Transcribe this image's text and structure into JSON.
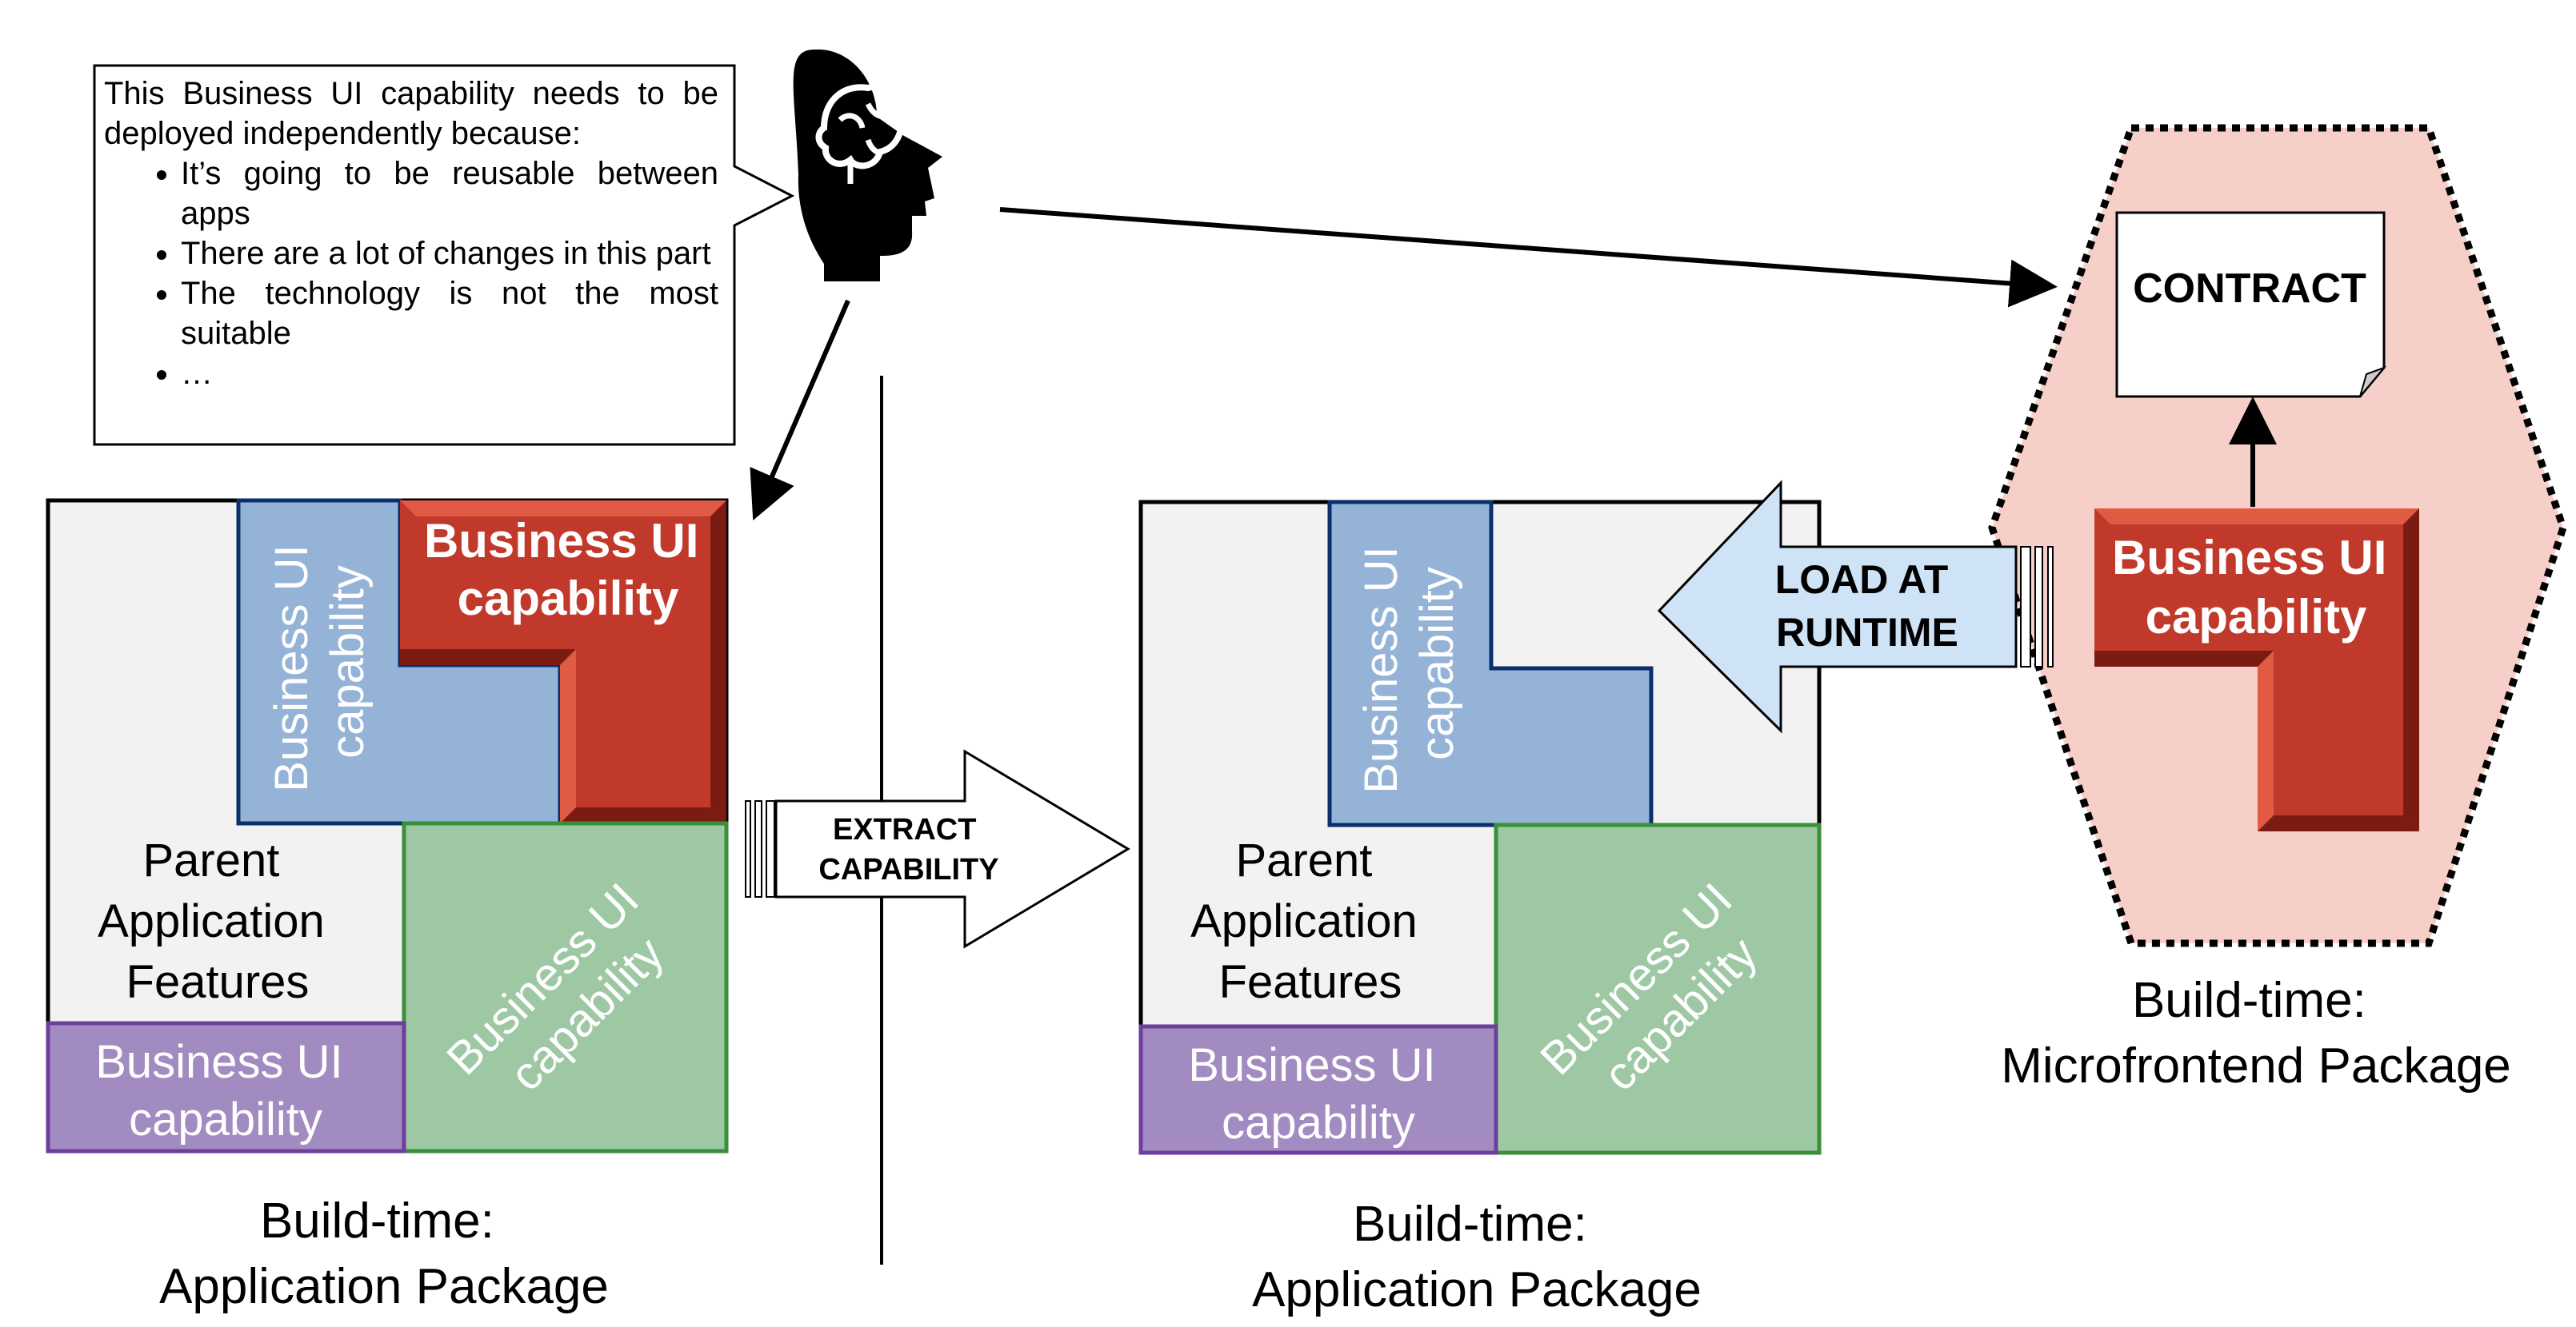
{
  "callout": {
    "intro": "This Business UI capability needs to be deployed independently because:",
    "bullets": [
      "It’s going to be reusable between apps",
      "There are a lot of changes in this part",
      "The technology is not the most suitable",
      "…"
    ]
  },
  "left_package": {
    "blue_label": [
      "Business UI",
      "capability"
    ],
    "red_label": [
      "Business UI",
      "capability"
    ],
    "green_label": [
      "Business UI",
      "capability"
    ],
    "purple_label": [
      "Business UI",
      "capability"
    ],
    "parent_label": [
      "Parent",
      "Application",
      "Features"
    ],
    "caption": [
      "Build-time:",
      "Application Package"
    ]
  },
  "extract_arrow": {
    "label": [
      "EXTRACT",
      "CAPABILITY"
    ]
  },
  "middle_package": {
    "blue_label": [
      "Business UI",
      "capability"
    ],
    "green_label": [
      "Business UI",
      "capability"
    ],
    "purple_label": [
      "Business UI",
      "capability"
    ],
    "parent_label": [
      "Parent",
      "Application",
      "Features"
    ],
    "caption": [
      "Build-time:",
      "Application Package"
    ]
  },
  "load_arrow": {
    "label": [
      "LOAD AT",
      "RUNTIME"
    ]
  },
  "microfrontend": {
    "contract_label": "CONTRACT",
    "red_label": [
      "Business UI",
      "capability"
    ],
    "caption": [
      "Build-time:",
      "Microfrontend Package"
    ]
  },
  "colors": {
    "blue": "#95b3d7",
    "blue_border": "#0b2f6b",
    "red": "#c0392b",
    "red_light": "#e05a44",
    "red_dark": "#7b1c12",
    "green": "#9ec8a4",
    "green_border": "#3a8f3a",
    "purple": "#a28bc0",
    "purple_border": "#6e3e9e",
    "hex_fill": "#f6d0c8",
    "load_arrow": "#cfe3f7"
  }
}
